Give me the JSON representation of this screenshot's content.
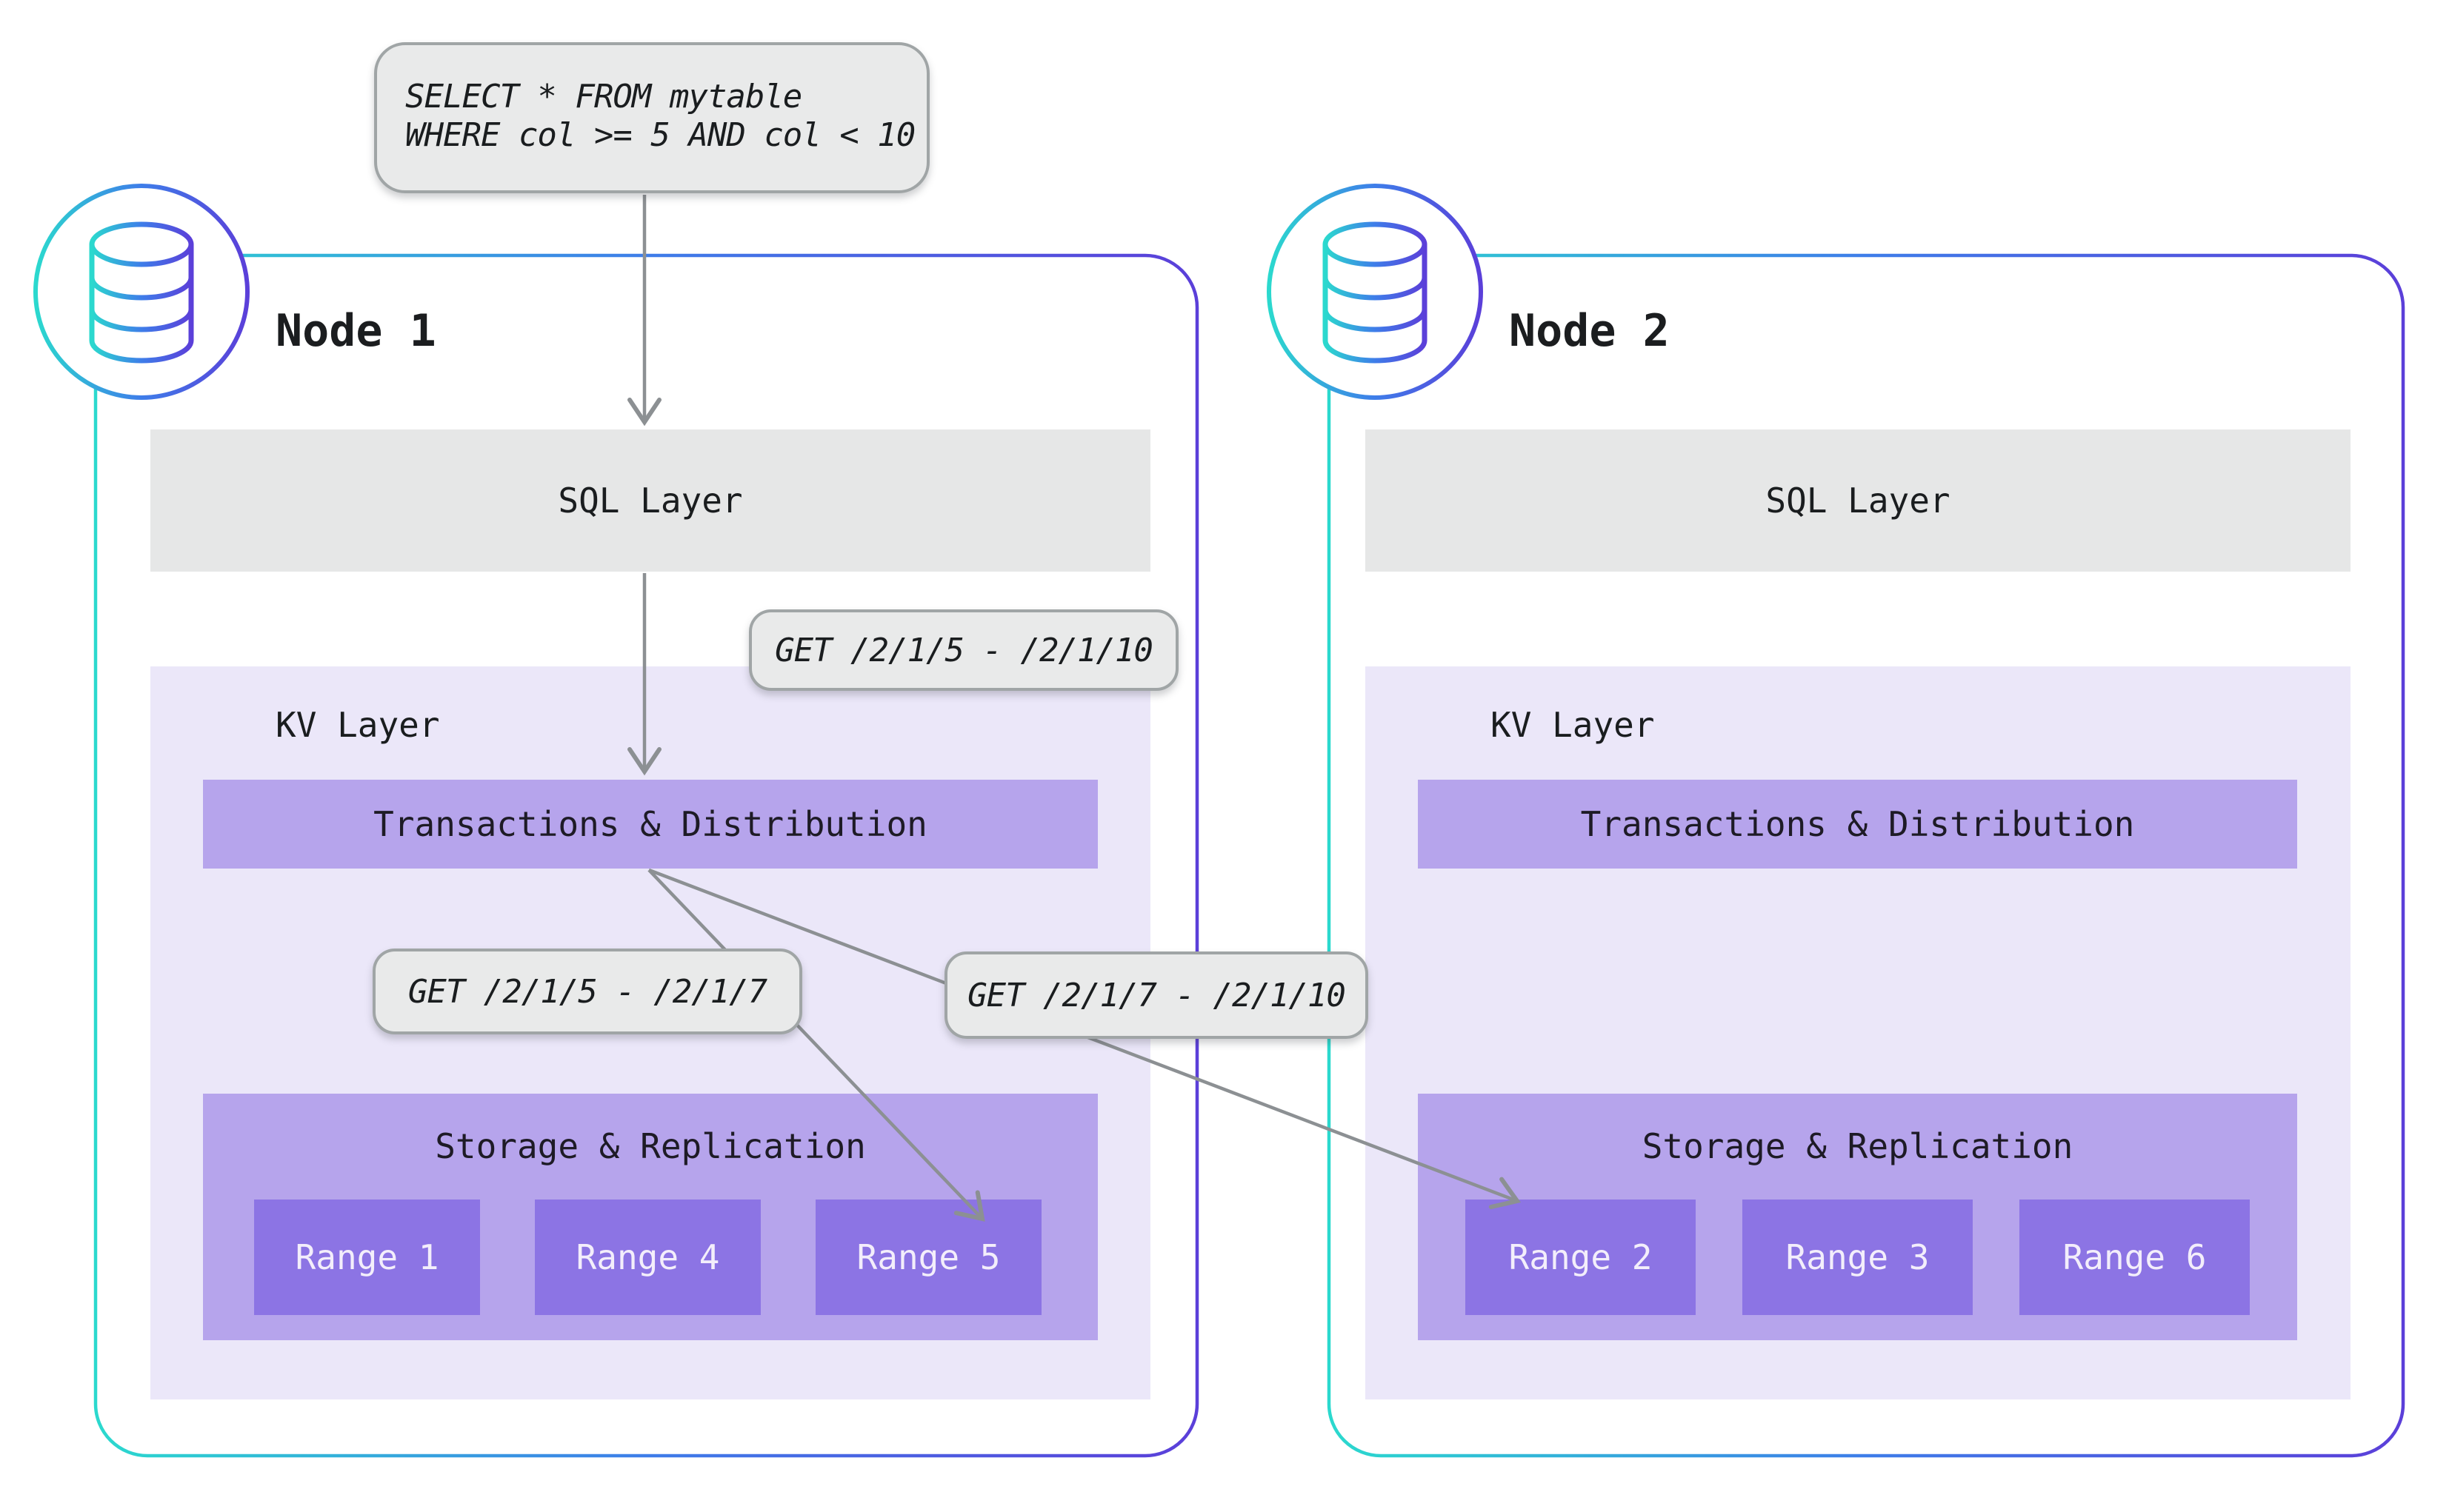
{
  "diagram": {
    "query": {
      "line1": "SELECT * FROM mytable",
      "line2": "WHERE col >= 5 AND col < 10"
    },
    "labels": {
      "get_top": "GET /2/1/5 - /2/1/10",
      "get_left": "GET /2/1/5 - /2/1/7",
      "get_right": "GET /2/1/7 - /2/1/10"
    },
    "nodes": [
      {
        "name": "Node 1",
        "sql": "SQL Layer",
        "kv": "KV Layer",
        "txn": "Transactions & Distribution",
        "storage": "Storage & Replication",
        "ranges": [
          "Range 1",
          "Range 4",
          "Range 5"
        ]
      },
      {
        "name": "Node 2",
        "sql": "SQL Layer",
        "kv": "KV Layer",
        "txn": "Transactions & Distribution",
        "storage": "Storage & Replication",
        "ranges": [
          "Range 2",
          "Range 3",
          "Range 6"
        ]
      }
    ],
    "icons": {
      "node_badge": "database-cylinder-icon"
    },
    "colors": {
      "gradient_start": "#2bd9ce",
      "gradient_mid": "#3e7de9",
      "gradient_end": "#5b3fd9",
      "kv_background": "#ebe7f9",
      "layer_purple": "#b6a4ec",
      "range_purple": "#8c74e4",
      "gray_box": "#e9eaea",
      "sql_gray": "#e6e7e7",
      "arrow_gray": "#8c9093"
    }
  }
}
